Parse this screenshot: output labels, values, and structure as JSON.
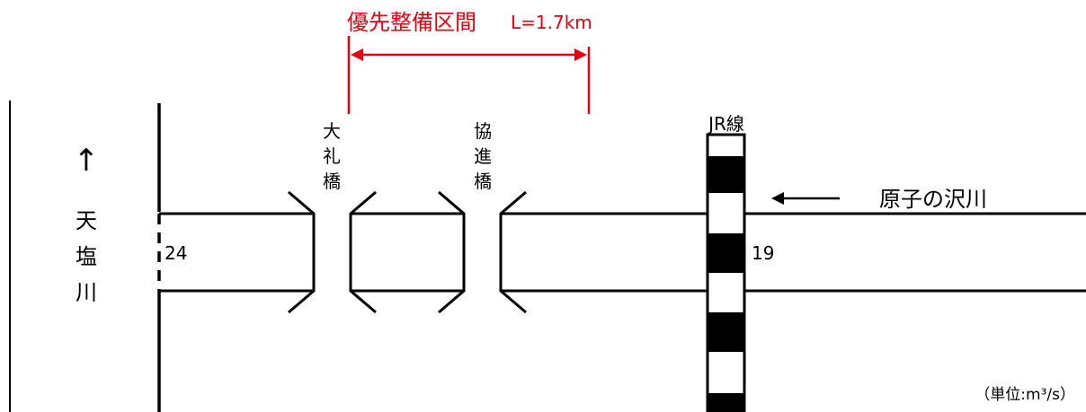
{
  "priority_section": {
    "label": "優先整備区間",
    "length": "L=1.7km",
    "color": "#e60012"
  },
  "river": {
    "main_river_chars": [
      "天",
      "塩",
      "川"
    ],
    "tributary": "原子の沢川"
  },
  "bridges": [
    {
      "chars": [
        "大",
        "礼",
        "橋"
      ]
    },
    {
      "chars": [
        "協",
        "進",
        "橋"
      ]
    }
  ],
  "railway": {
    "label": "JR線"
  },
  "flows": {
    "downstream": "24",
    "upstream": "19"
  },
  "unit": "（単位:m³/s）",
  "icons": {
    "flow_direction": "arrow-up-icon",
    "tributary_direction": "arrow-left-icon"
  }
}
